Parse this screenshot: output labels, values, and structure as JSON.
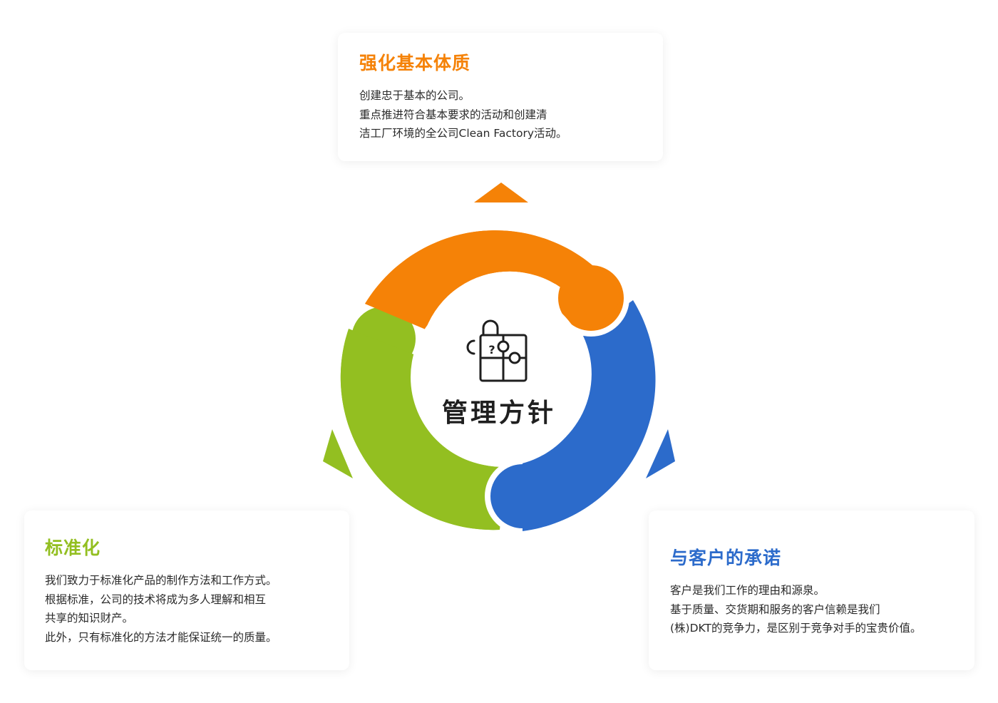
{
  "center": {
    "title": "管理方针",
    "icon": "puzzle-question-icon"
  },
  "cards": {
    "top": {
      "title": "强化基本体质",
      "color": "#f58207",
      "lines": [
        "创建忠于基本的公司。",
        "重点推进符合基本要求的活动和创建清",
        "洁工厂环境的全公司Clean Factory活动。"
      ]
    },
    "left": {
      "title": "标准化",
      "color": "#93bf21",
      "lines": [
        "我们致力于标准化产品的制作方法和工作方式。",
        "根据标准，公司的技术将成为多人理解和相互",
        "共享的知识财产。",
        "此外，只有标准化的方法才能保证统一的质量。"
      ]
    },
    "right": {
      "title": "与客户的承诺",
      "color": "#2c6bcb",
      "lines": [
        "客户是我们工作的理由和源泉。",
        "基于质量、交货期和服务的客户信赖是我们",
        "(株)DKT的竞争力，是区别于竞争对手的宝贵价值。"
      ]
    }
  }
}
